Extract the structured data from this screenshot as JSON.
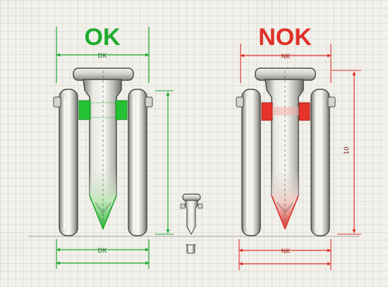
{
  "ok_panel": {
    "title": "OK",
    "color": "#1faa2e",
    "top_dimension_label": "DK",
    "bottom_dimension_label": "DK"
  },
  "nok_panel": {
    "title": "NOK",
    "color": "#e0302a",
    "top_dimension_label": "NK",
    "bottom_dimension_label": "NK",
    "height_dimension_label": "10"
  },
  "colors": {
    "metal_light": "#f2f2ee",
    "metal_mid": "#c9c9c2",
    "metal_dark": "#8c8c86",
    "outline": "#4a4a46",
    "fit_ok": "#22c232",
    "fit_nok": "#e8322c"
  }
}
